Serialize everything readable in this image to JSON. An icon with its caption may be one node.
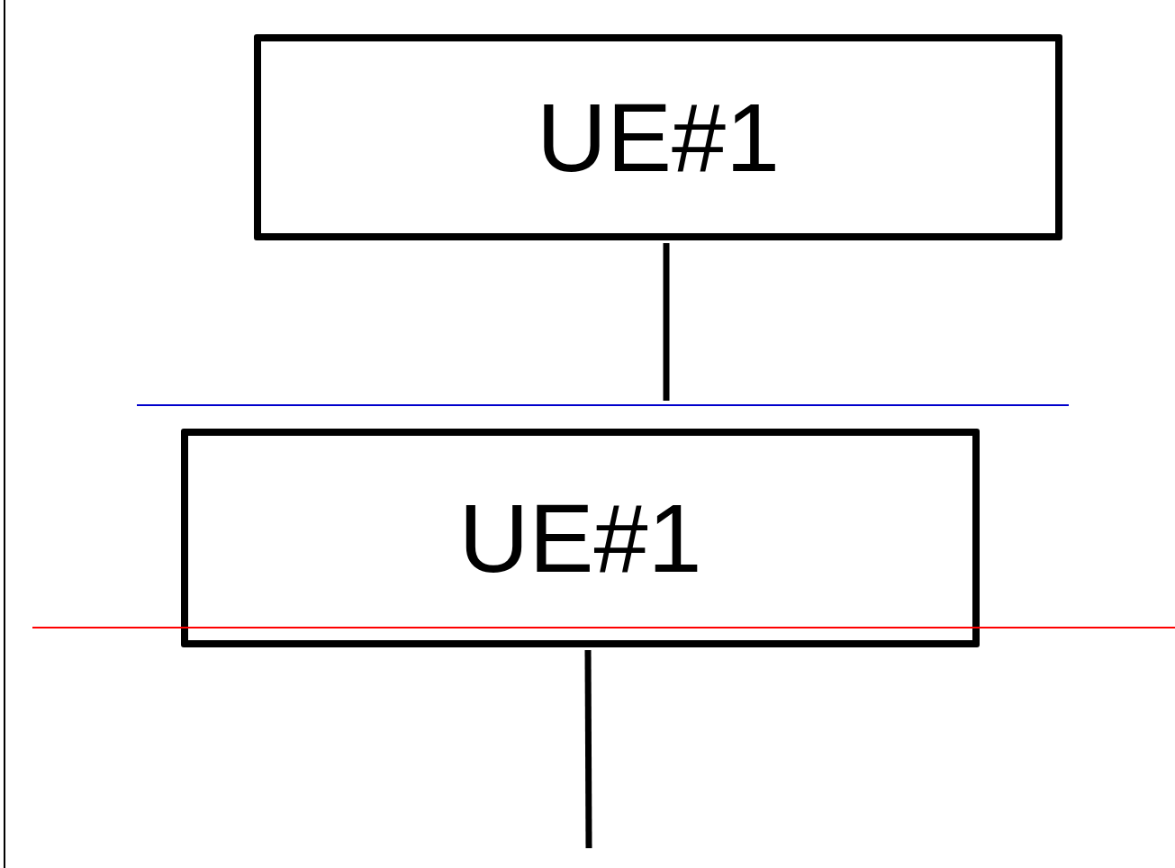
{
  "diagram": {
    "nodes": [
      {
        "text": [
          "UE#1"
        ]
      },
      {
        "text": [
          "UE#1"
        ]
      }
    ],
    "edges": [
      {
        "from": 0,
        "to": null,
        "arrow": "none"
      },
      {
        "from": 1,
        "to": null,
        "arrow": "none"
      }
    ]
  }
}
